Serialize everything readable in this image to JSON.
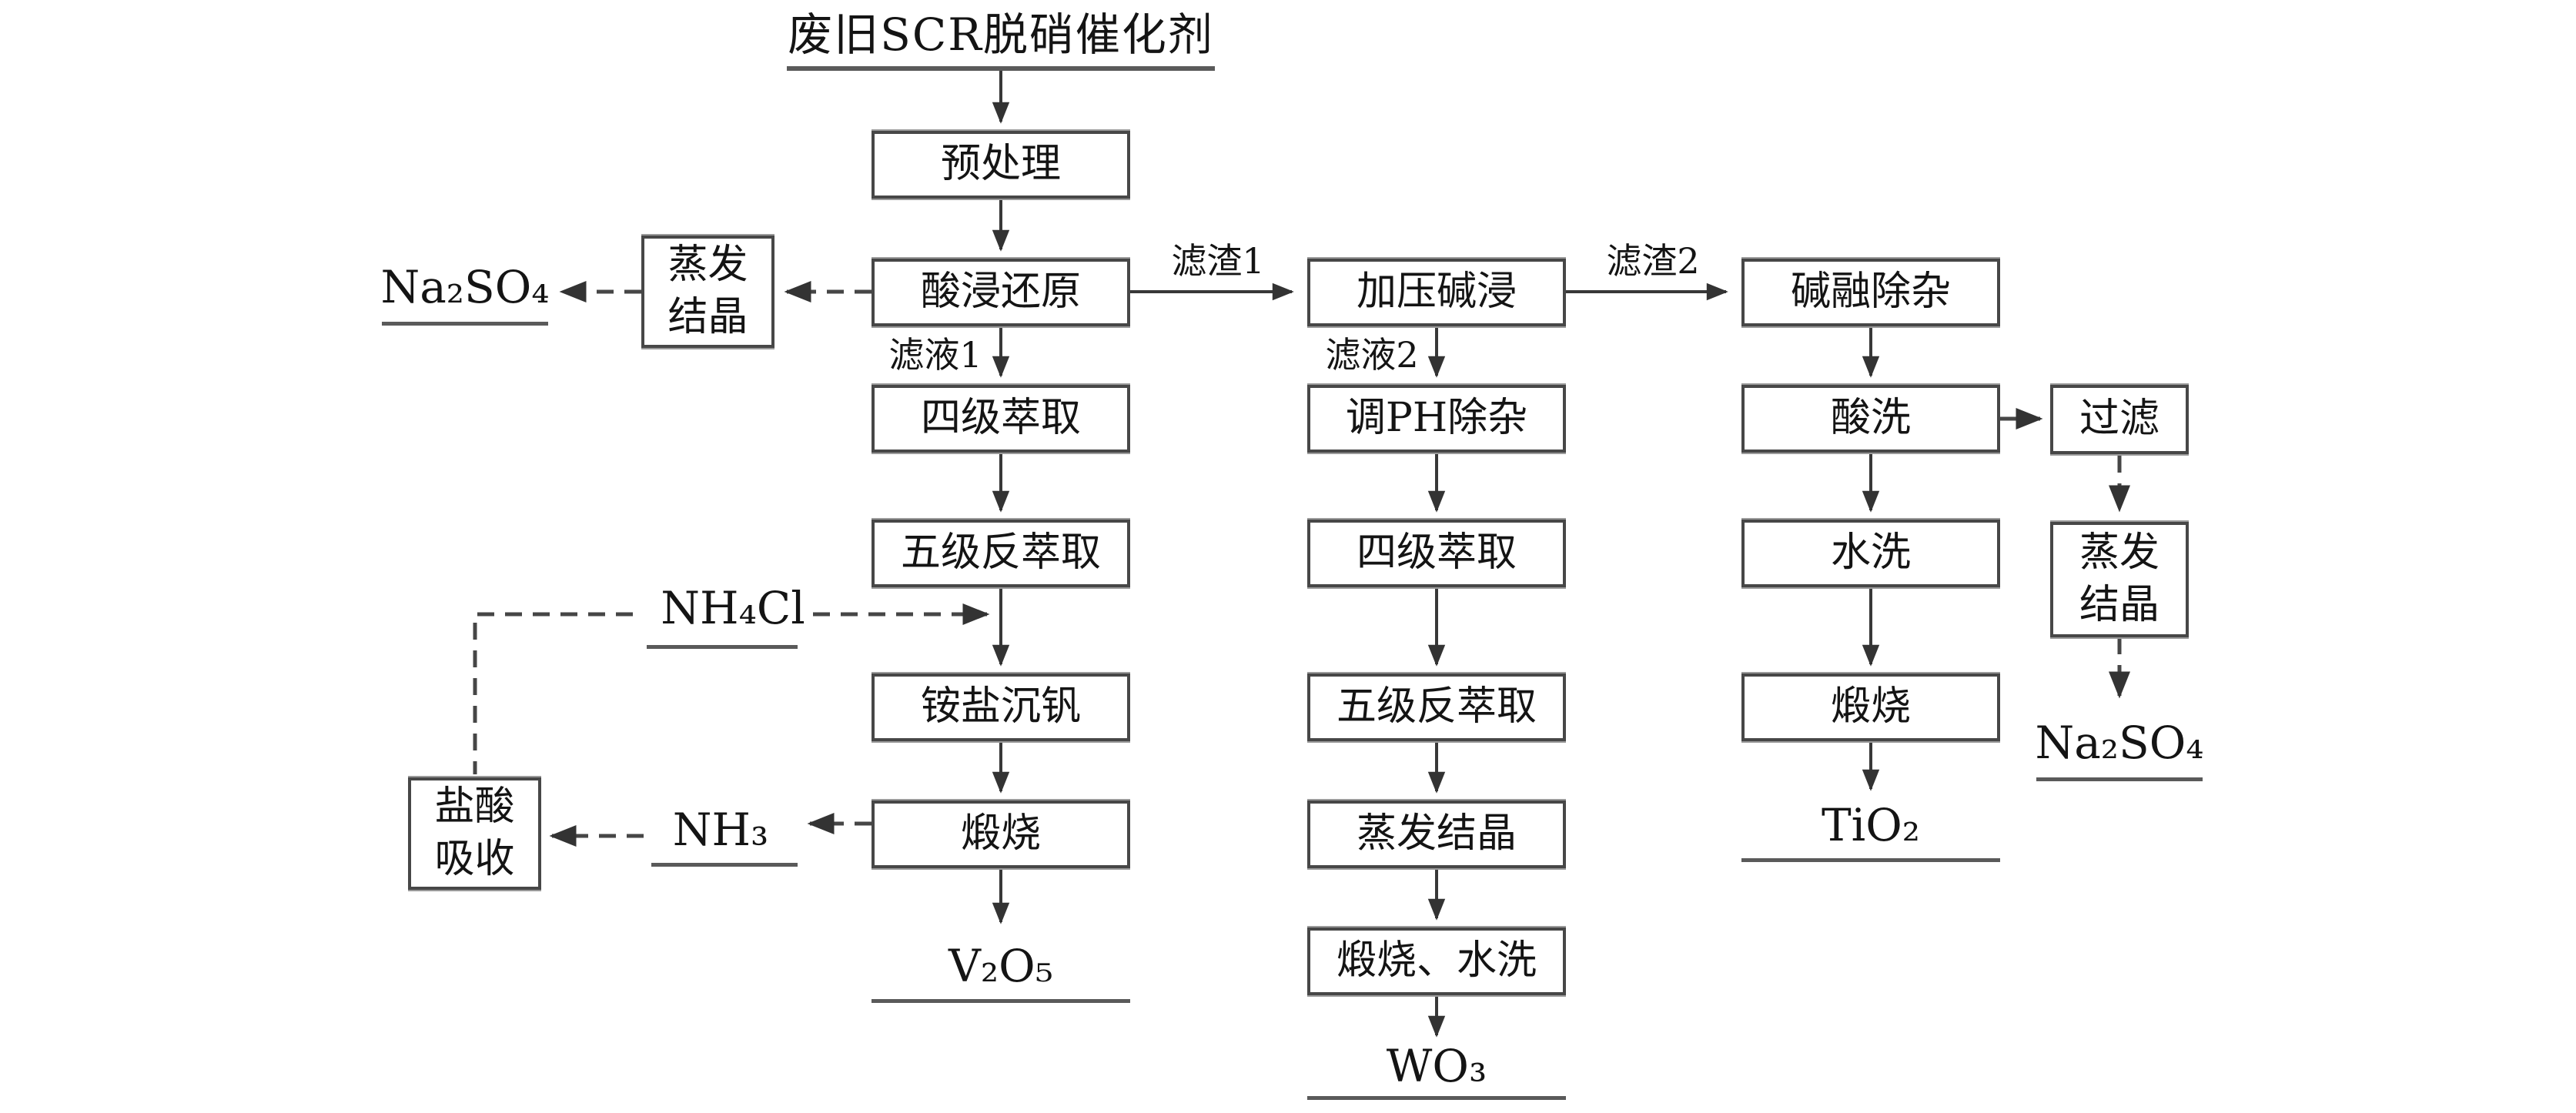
{
  "figure": {
    "title": "废旧SCR脱硝催化剂",
    "type": "process-flow-diagram",
    "background_color": "#ffffff",
    "line_color": "#3a3a3a",
    "text_color": "#141414"
  },
  "nodes": {
    "pretreatment": "预处理",
    "acid_leach_reduction": "酸浸还原",
    "evaporation_crystallization_left": "蒸发\n结晶",
    "four_stage_extraction_v": "四级萃取",
    "five_stage_back_extraction_v": "五级反萃取",
    "ammonium_salt_v_precipitation": "铵盐沉钒",
    "calcination_v": "煅烧",
    "hcl_absorption": "盐酸\n吸收",
    "pressure_alkali_leach": "加压碱浸",
    "ph_adjust_impurity_removal": "调PH除杂",
    "four_stage_extraction_w": "四级萃取",
    "five_stage_back_extraction_w": "五级反萃取",
    "evaporation_crystallization_w": "蒸发结晶",
    "calcination_water_wash": "煅烧、水洗",
    "alkali_fusion_impurity_removal": "碱融除杂",
    "acid_wash": "酸洗",
    "water_wash": "水洗",
    "calcination_ti": "煅烧",
    "filtration": "过滤",
    "evaporation_crystallization_right": "蒸发\n结晶"
  },
  "products": {
    "na2so4_left": "Na₂SO₄",
    "v2o5": "V₂O₅",
    "wo3": "WO₃",
    "tio2": "TiO₂",
    "na2so4_right": "Na₂SO₄"
  },
  "reagents": {
    "nh4cl": "NH₄Cl",
    "nh3": "NH₃"
  },
  "edge_labels": {
    "residue1": "滤渣1",
    "filtrate1": "滤液1",
    "residue2": "滤渣2",
    "filtrate2": "滤液2"
  }
}
